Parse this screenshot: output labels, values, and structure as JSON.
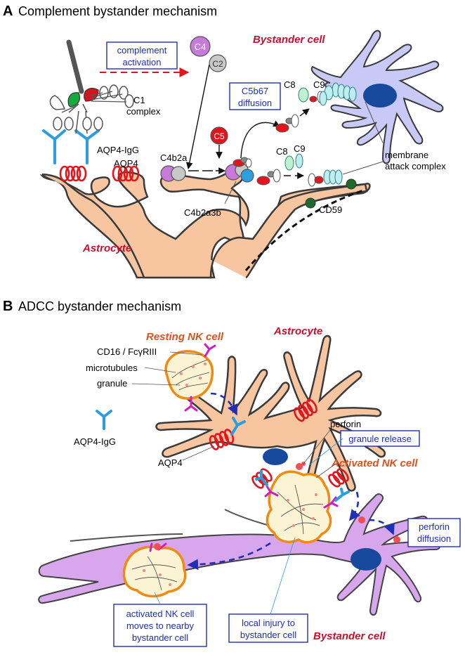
{
  "panelA": {
    "letter": "A",
    "title": "Complement bystander mechanism",
    "complement_activation": [
      "complement",
      "activation"
    ],
    "c1_complex": [
      "C1",
      "complex"
    ],
    "aqp4_igg": "AQP4-IgG",
    "aqp4": "AQP4",
    "c4": "C4",
    "c2": "C2",
    "c5": "C5",
    "c4b2a": "C4b2a",
    "c4b2a3b": "C4b2a3b",
    "c5b67_diffusion": [
      "C5b67",
      "diffusion"
    ],
    "c8": "C8",
    "c9": "C9",
    "c8b": "C8",
    "c9b": "C9",
    "mac": [
      "membrane",
      "attack complex"
    ],
    "cd59": "CD59",
    "bystander_cell": "Bystander cell",
    "astrocyte": "Astrocyte"
  },
  "panelB": {
    "letter": "B",
    "title": "ADCC bystander mechanism",
    "resting_nk": "Resting NK cell",
    "astrocyte": "Astrocyte",
    "cd16": "CD16 / FcγRIII",
    "microtubules": "microtubules",
    "granule": "granule",
    "aqp4_igg": "AQP4-IgG",
    "aqp4": "AQP4",
    "perforin": "perforin",
    "granule_release": "granule release",
    "activated_nk": "Activated NK cell",
    "perforin_diffusion": [
      "perforin",
      "diffusion"
    ],
    "nk_moves": [
      "activated NK cell",
      "moves to nearby",
      "bystander cell"
    ],
    "local_injury": [
      "local injury to",
      "bystander cell"
    ],
    "bystander_cell": "Bystander cell"
  },
  "colors": {
    "astrocyte": "#f7c59f",
    "bystander_a": "#c9c9f7",
    "bystander_b": "#d7a6ec",
    "aqp4": "#e4141c",
    "antibody": "#2a9fe0",
    "fc_receptor": "#d11ec4",
    "nk_membrane": "#f08a12",
    "box_text": "#1f2fb8",
    "red_label": "#c8102e",
    "nucleus": "#174a9c"
  }
}
